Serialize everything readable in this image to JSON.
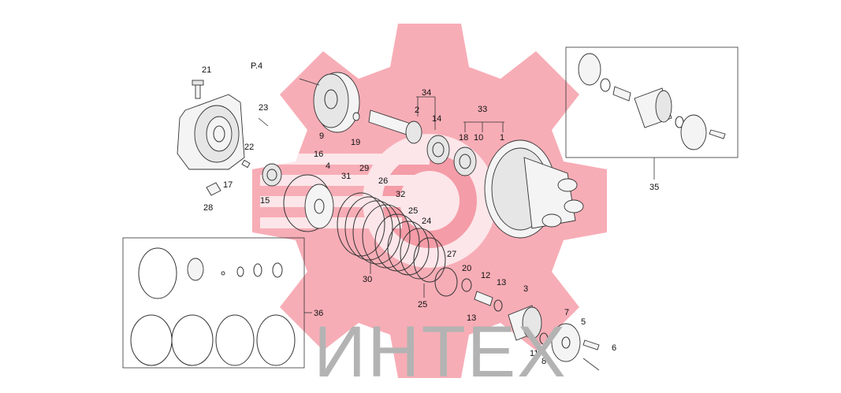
{
  "diagram": {
    "page_ref": "P.4",
    "watermark_text": "ИНТЕХ",
    "watermark_color": "#f06a7a",
    "labels": [
      "21",
      "23",
      "9",
      "19",
      "22",
      "17",
      "28",
      "16",
      "4",
      "15",
      "31",
      "29",
      "26",
      "32",
      "25",
      "24",
      "30",
      "27",
      "25",
      "20",
      "12",
      "13",
      "13",
      "3",
      "11",
      "8",
      "7",
      "5",
      "6",
      "34",
      "2",
      "14",
      "33",
      "18",
      "10",
      "1",
      "35",
      "36"
    ]
  }
}
